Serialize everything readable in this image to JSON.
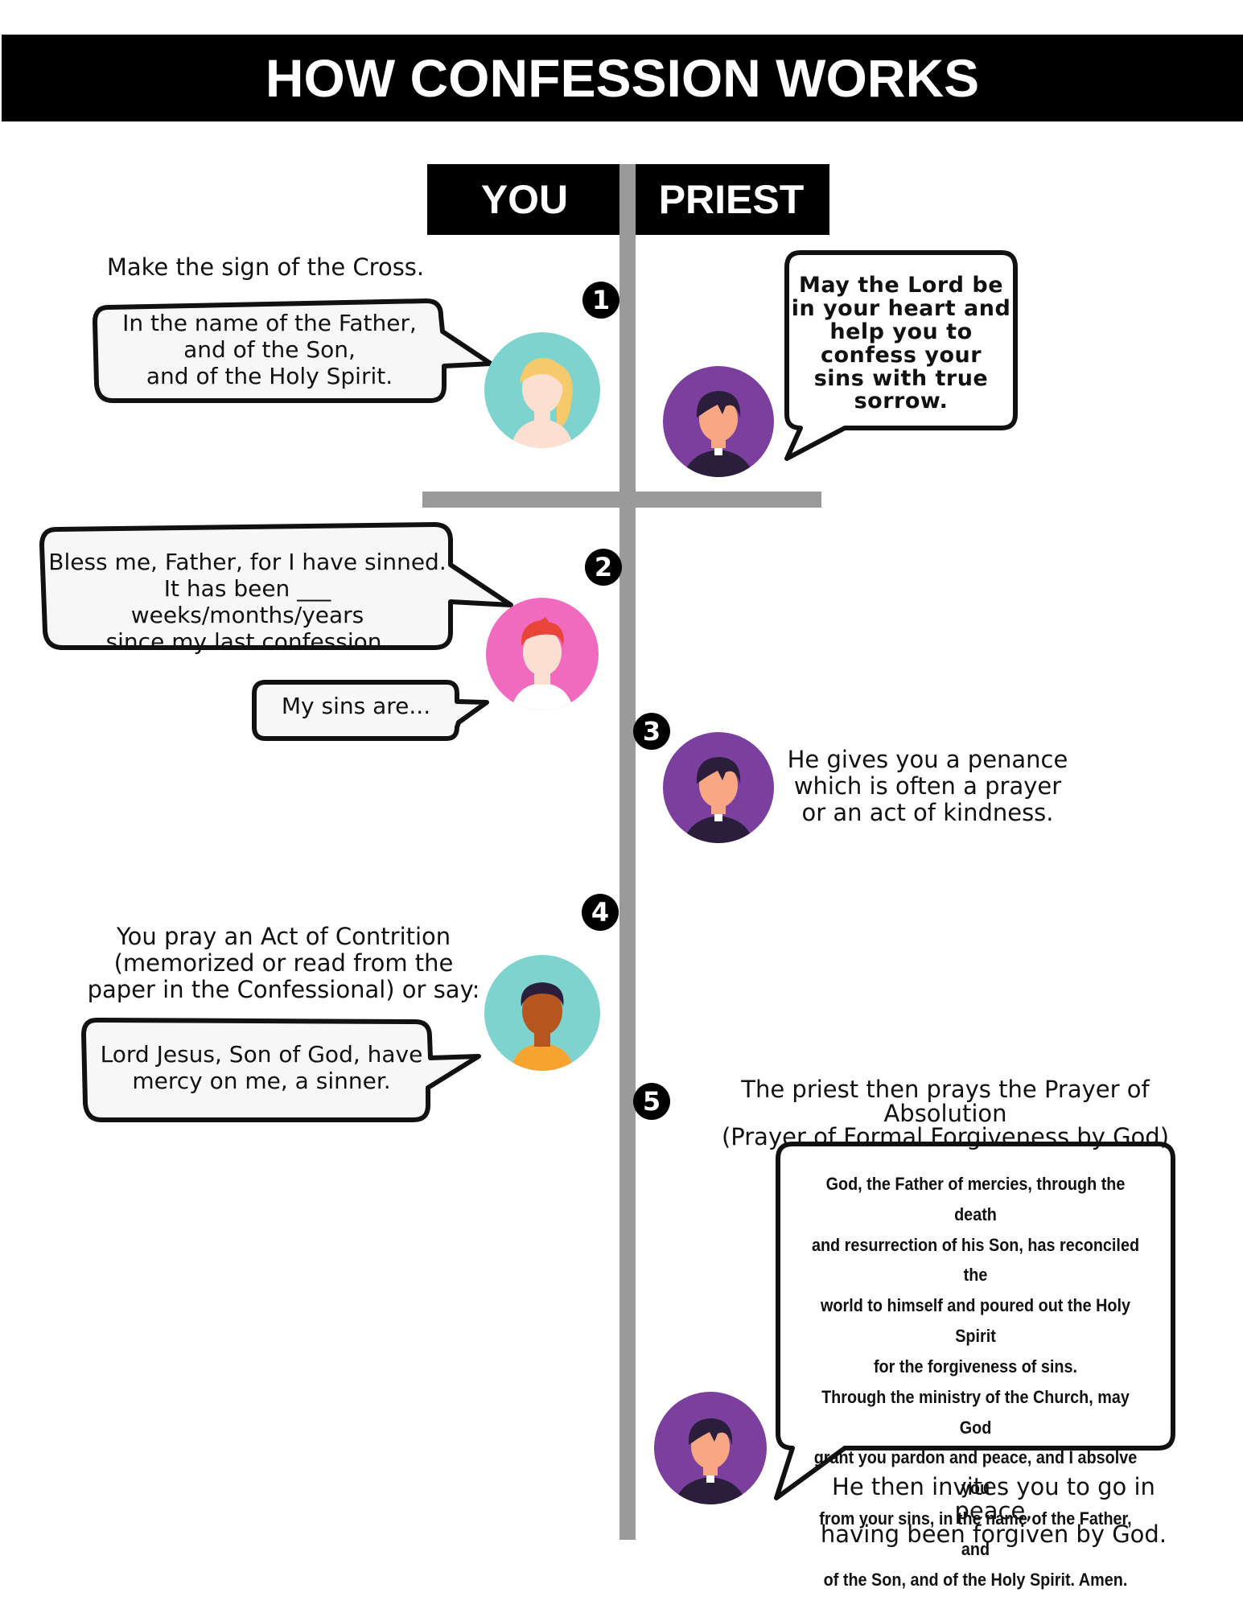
{
  "title": "HOW CONFESSION WORKS",
  "columns": {
    "you": "YOU",
    "priest": "PRIEST"
  },
  "steps": [
    {
      "number": "1",
      "you_instruction": "Make the sign of the Cross.",
      "you_bubble": "In the name of the Father,\nand of the Son,\nand of the Holy Spirit.",
      "priest_bubble": "May the Lord be\nin your heart and\nhelp you to\nconfess your\nsins with true\nsorrow."
    },
    {
      "number": "2",
      "you_bubble": "Bless me, Father, for I have sinned.\nIt has been ___ weeks/months/years\nsince my last confession.",
      "you_bubble_2": "My sins are..."
    },
    {
      "number": "3",
      "priest_text": "He gives you a penance\nwhich is often a prayer\nor an act of kindness."
    },
    {
      "number": "4",
      "you_instruction": "You pray an Act of Contrition\n(memorized or read from the\npaper in the Confessional) or say:",
      "you_bubble": "Lord Jesus, Son of God, have\nmercy on me, a sinner."
    },
    {
      "number": "5",
      "priest_text": "The priest then prays the Prayer of Absolution\n(Prayer of Formal Forgiveness by God)",
      "priest_bubble": "God, the Father of mercies, through the death\nand resurrection of his Son, has reconciled the\nworld to himself and poured out the Holy Spirit\nfor the forgiveness of sins.\nThrough the ministry of the Church, may God\ngrant you pardon and peace, and I absolve you\nfrom your sins, in the name of the Father, and\nof the Son, and of the Holy Spirit. Amen.",
      "closing_text": "He then invites you to go in peace,\nhaving been forgiven by God."
    }
  ],
  "colors": {
    "header_bg": "#000000",
    "timeline": "#9a9a9a",
    "avatar_teal": "#7ed3cf",
    "avatar_pink": "#f06bbf",
    "avatar_purple": "#7b3f9e",
    "skin_light": "#fbe0d2",
    "skin_dark": "#b5561e",
    "hair_blonde": "#f6c96a",
    "hair_red": "#e8453a",
    "hair_dark": "#2b1d3c"
  },
  "icons": [
    "woman-avatar-icon",
    "priest-avatar-icon",
    "man-avatar-icon"
  ]
}
